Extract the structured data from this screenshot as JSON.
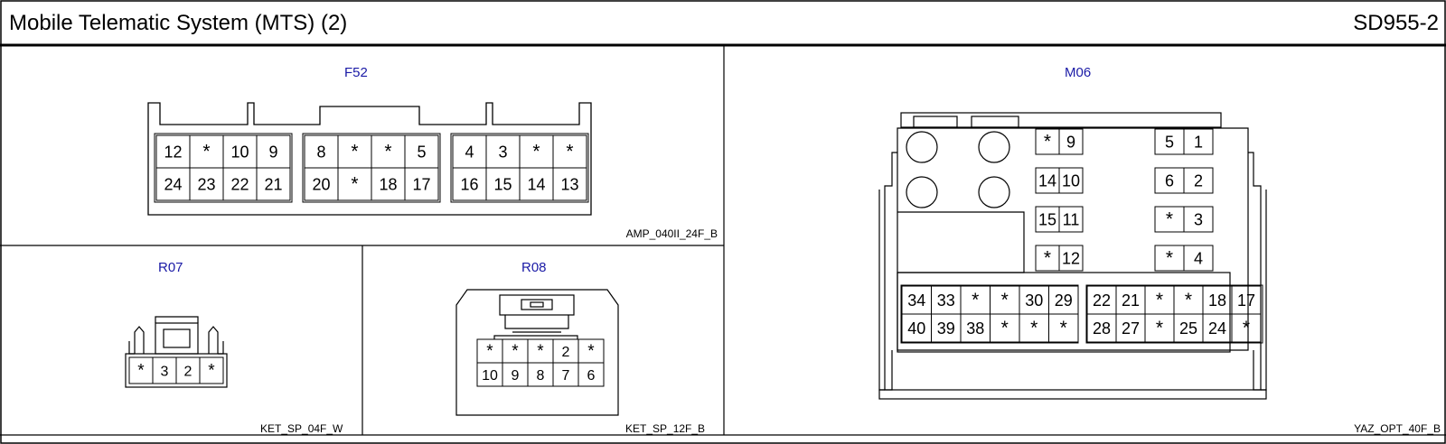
{
  "header": {
    "title": "Mobile Telematic System (MTS) (2)",
    "code": "SD955-2"
  },
  "connectors": {
    "f52": {
      "id": "F52",
      "type": "AMP_040II_24F_B",
      "groups": [
        {
          "top": [
            "12",
            "*",
            "10",
            "9"
          ],
          "bottom": [
            "24",
            "23",
            "22",
            "21"
          ]
        },
        {
          "top": [
            "8",
            "*",
            "*",
            "5"
          ],
          "bottom": [
            "20",
            "*",
            "18",
            "17"
          ]
        },
        {
          "top": [
            "4",
            "3",
            "*",
            "*"
          ],
          "bottom": [
            "16",
            "15",
            "14",
            "13"
          ]
        }
      ]
    },
    "m06": {
      "id": "M06",
      "type": "YAZ_OPT_40F_B",
      "left_pins": [
        [
          "*",
          "9"
        ],
        [
          "14",
          "10"
        ],
        [
          "15",
          "11"
        ],
        [
          "*",
          "12"
        ]
      ],
      "right_pins": [
        [
          "5",
          "1"
        ],
        [
          "6",
          "2"
        ],
        [
          "*",
          "3"
        ],
        [
          "*",
          "4"
        ]
      ],
      "bottom_left": {
        "top": [
          "34",
          "33",
          "*",
          "*",
          "30",
          "29"
        ],
        "bottom": [
          "40",
          "39",
          "38",
          "*",
          "*",
          "*"
        ]
      },
      "bottom_right": {
        "top": [
          "22",
          "21",
          "*",
          "*",
          "18",
          "17"
        ],
        "bottom": [
          "28",
          "27",
          "*",
          "25",
          "24",
          "*"
        ]
      }
    },
    "r07": {
      "id": "R07",
      "type": "KET_SP_04F_W",
      "pins": [
        "*",
        "3",
        "2",
        "*"
      ]
    },
    "r08": {
      "id": "R08",
      "type": "KET_SP_12F_B",
      "top": [
        "*",
        "*",
        "*",
        "2",
        "*"
      ],
      "bottom": [
        "10",
        "9",
        "8",
        "7",
        "6"
      ]
    }
  }
}
